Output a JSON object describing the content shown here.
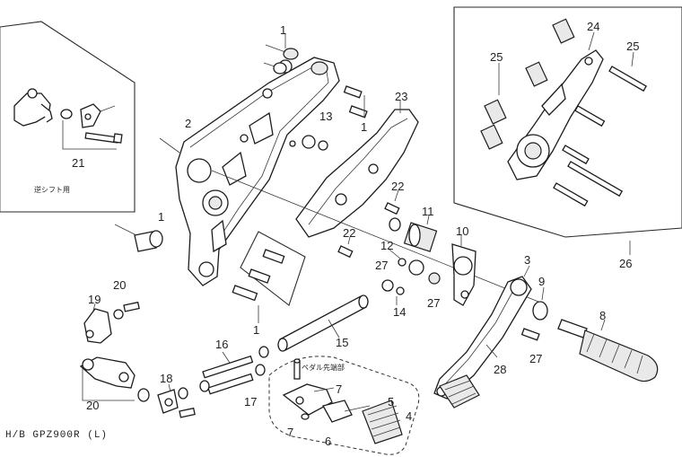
{
  "caption": "H/B GPZ900R (L)",
  "notes": {
    "reverse_shift": "逆シフト用",
    "pedal_tip": "ペダル先端部"
  },
  "callouts": {
    "c1a": "1",
    "c1b": "1",
    "c1c": "1",
    "c1d": "1",
    "c2": "2",
    "c3": "3",
    "c4": "4",
    "c5": "5",
    "c6": "6",
    "c7a": "7",
    "c7b": "7",
    "c8": "8",
    "c9": "9",
    "c10": "10",
    "c11": "11",
    "c12": "12",
    "c13": "13",
    "c14": "14",
    "c15": "15",
    "c16": "16",
    "c17": "17",
    "c18": "18",
    "c19": "19",
    "c20a": "20",
    "c20b": "20",
    "c21": "21",
    "c22a": "22",
    "c22b": "22",
    "c23": "23",
    "c24": "24",
    "c25a": "25",
    "c25b": "25",
    "c26": "26",
    "c27a": "27",
    "c27b": "27",
    "c27c": "27",
    "c28": "28"
  }
}
